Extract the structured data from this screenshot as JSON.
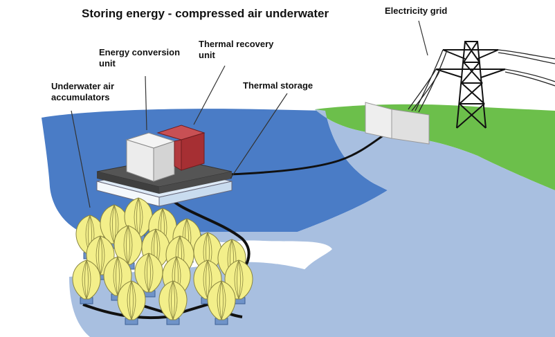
{
  "title": "Storing energy - compressed air underwater",
  "labels": {
    "energy_conversion": "Energy conversion\nunit",
    "thermal_recovery": "Thermal recovery\nunit",
    "thermal_storage": "Thermal storage",
    "underwater_accumulators": "Underwater air\naccumulators",
    "electricity_grid": "Electricity grid"
  },
  "colors": {
    "deep_water": "#4a7cc6",
    "seabed": "#a8bfe0",
    "land": "#6cbf4b",
    "accumulator": "#f3ef8a",
    "recovery_unit": "#b8383c",
    "conversion_unit": "#e6e6e6",
    "platform": "#4a4a4a"
  }
}
